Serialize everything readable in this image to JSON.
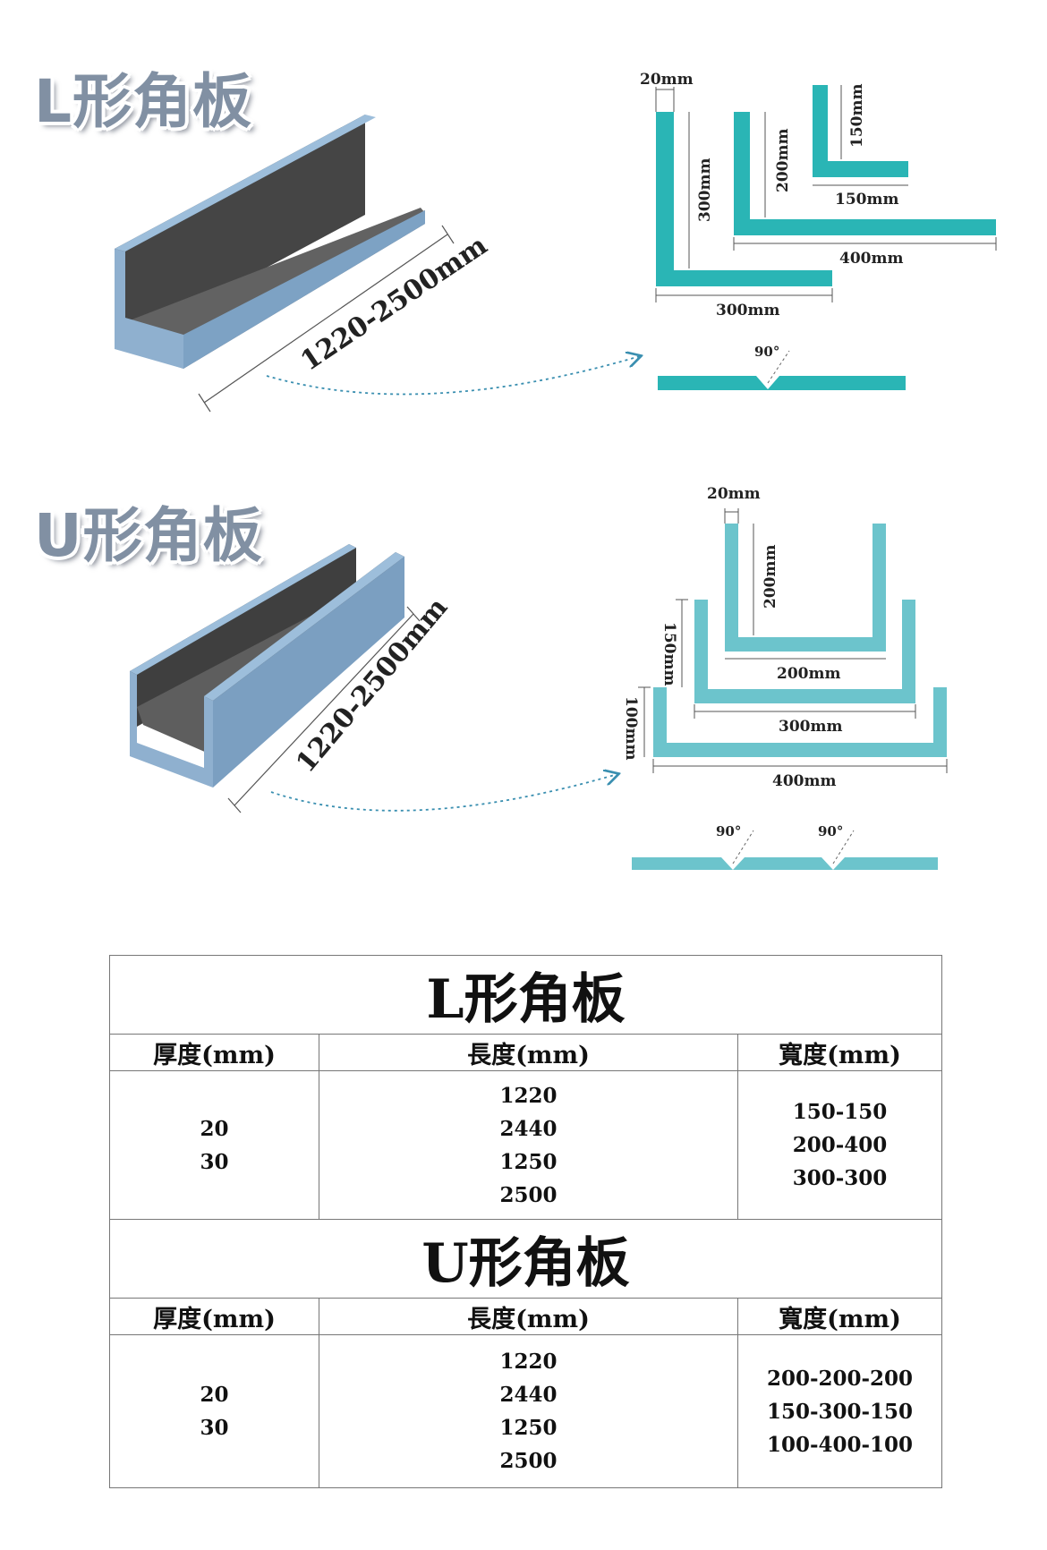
{
  "l_section": {
    "title": "L形角板",
    "length_label": "1220-2500mm",
    "dims": {
      "thickness": "20mm",
      "h300": "300mm",
      "h200": "200mm",
      "h150": "150mm",
      "w150": "150mm",
      "w400": "400mm",
      "w300": "300mm",
      "angle": "90°"
    }
  },
  "u_section": {
    "title": "U形角板",
    "length_label": "1220-2500mm",
    "dims": {
      "thickness": "20mm",
      "h200": "200mm",
      "h150": "150mm",
      "h100": "100mm",
      "w200": "200mm",
      "w300": "300mm",
      "w400": "400mm",
      "angle1": "90°",
      "angle2": "90°"
    }
  },
  "colors": {
    "teal": "#2ab5b5",
    "light_teal": "#6cc4cc",
    "board_dark": "#4a4a4a",
    "board_edge": "#8fb0cf"
  },
  "table": {
    "l": {
      "title": "L形角板",
      "headers": [
        "厚度(mm)",
        "長度(mm)",
        "寬度(mm)"
      ],
      "thickness": [
        "20",
        "30"
      ],
      "lengths": [
        "1220",
        "2440",
        "1250",
        "2500"
      ],
      "widths": [
        "150-150",
        "200-400",
        "300-300"
      ]
    },
    "u": {
      "title": "U形角板",
      "headers": [
        "厚度(mm)",
        "長度(mm)",
        "寬度(mm)"
      ],
      "thickness": [
        "20",
        "30"
      ],
      "lengths": [
        "1220",
        "2440",
        "1250",
        "2500"
      ],
      "widths": [
        "200-200-200",
        "150-300-150",
        "100-400-100"
      ]
    }
  }
}
